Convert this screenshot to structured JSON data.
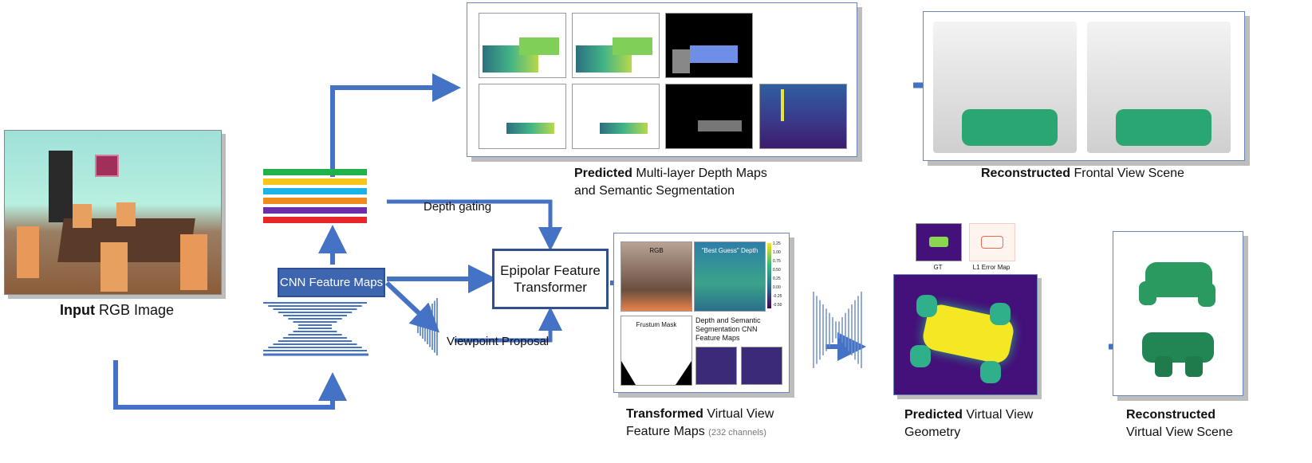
{
  "colors": {
    "arrow": "#4472c4",
    "panel_border": "#6b86b3",
    "cnn_box": "#3e65b0",
    "epi_border": "#2f4f8f",
    "layer_stack": [
      "#1fb24a",
      "#f5c518",
      "#19b3e6",
      "#f08c1e",
      "#6a2fa8",
      "#e8262a"
    ]
  },
  "input": {
    "caption_bold": "Input",
    "caption_rest": "RGB Image"
  },
  "cnn": {
    "label": "CNN Feature Maps"
  },
  "labels": {
    "depth_gating": "Depth gating",
    "viewpoint_proposal": "Viewpoint Proposal",
    "epipolar": "Epipolar Feature Transformer"
  },
  "predicted_depth": {
    "caption_bold": "Predicted",
    "caption_rest": "Multi-layer Depth Maps",
    "caption_line2": "and Semantic Segmentation"
  },
  "frontal": {
    "caption_bold": "Reconstructed",
    "caption_rest": "Frontal View Scene"
  },
  "transformed": {
    "rgb_label": "RGB",
    "best_guess_label": "\"Best Guess\" Depth",
    "frustum_label": "Frustum Mask",
    "depth_seg_label": "Depth and Semantic Segmentation CNN Feature Maps",
    "colorbar_ticks": [
      "1.25",
      "1.00",
      "0.75",
      "0.50",
      "0.25",
      "0.00",
      "-0.25",
      "-0.50"
    ],
    "caption_bold": "Transformed",
    "caption_rest": "Virtual View",
    "caption_line2": "Feature Maps",
    "caption_small": "(232 channels)"
  },
  "predicted_geometry": {
    "gt_label": "GT",
    "error_label": "L1 Error Map",
    "caption_bold": "Predicted",
    "caption_rest": "Virtual View",
    "caption_line2": "Geometry"
  },
  "virtual_scene": {
    "caption_bold": "Reconstructed",
    "caption_line2": "Virtual View Scene"
  }
}
